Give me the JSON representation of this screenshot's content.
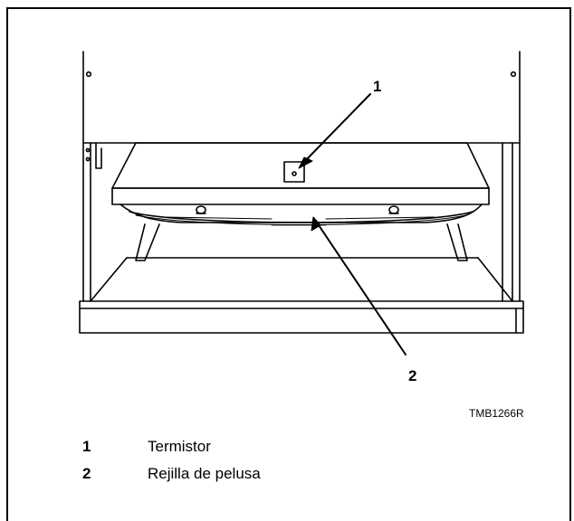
{
  "callouts": [
    {
      "number": "1",
      "target": "thermistor"
    },
    {
      "number": "2",
      "target": "lint-screen"
    }
  ],
  "figure_code": "TMB1266R",
  "legend": [
    {
      "number": "1",
      "label": "Termistor"
    },
    {
      "number": "2",
      "label": "Rejilla de pelusa"
    }
  ]
}
